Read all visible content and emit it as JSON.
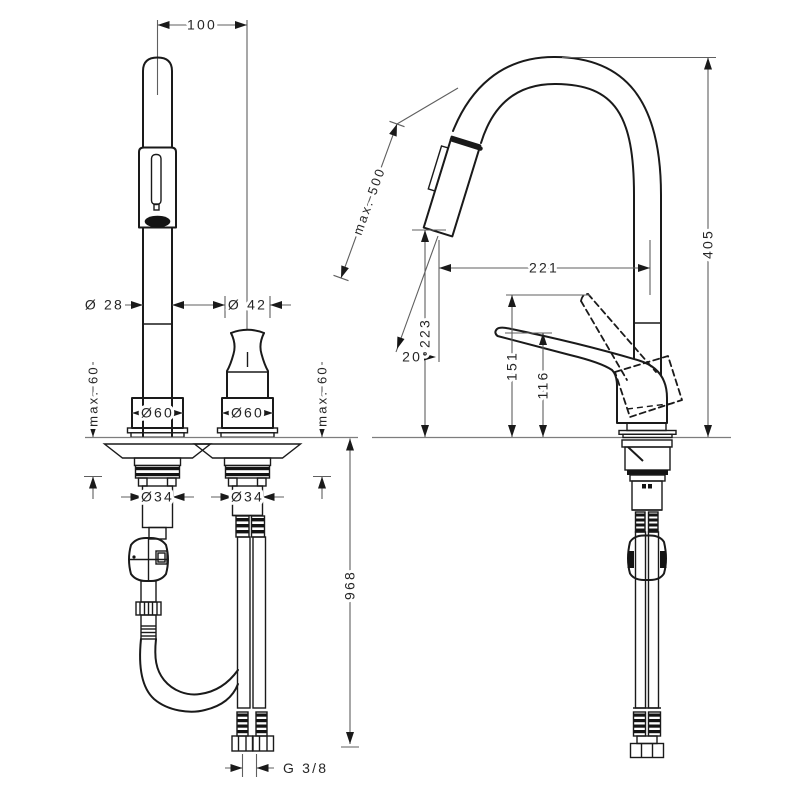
{
  "front_view": {
    "top_spacing": "100",
    "spout_diameter": "Ø 28",
    "handle_diameter": "Ø 42",
    "spout_base_diameter": "Ø60",
    "handle_base_diameter": "Ø60",
    "max_deck_left": "max. 60",
    "max_deck_right": "max. 60",
    "spout_shank_diameter": "Ø34",
    "handle_shank_diameter": "Ø34",
    "hose_length": "968",
    "connection_thread": "G 3/8"
  },
  "side_view": {
    "pullout_length": "max. 500",
    "spout_reach": "221",
    "total_height": "405",
    "outlet_height": "223",
    "spray_angle": "20°",
    "handle_max_height": "151",
    "handle_height": "116"
  }
}
